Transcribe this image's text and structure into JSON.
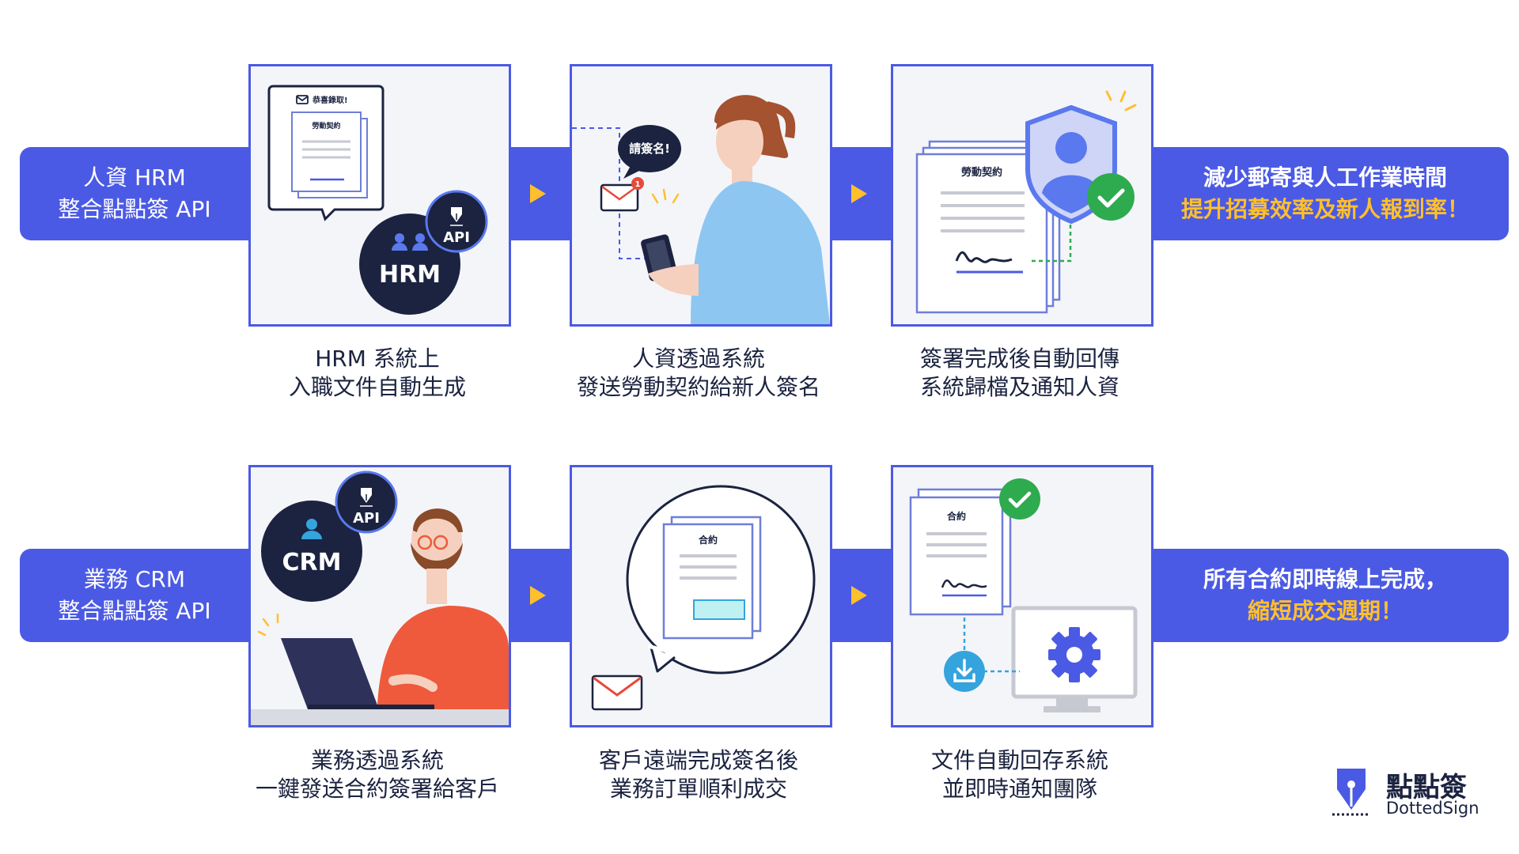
{
  "rows": [
    {
      "band_label": [
        "人資 HRM",
        "整合點點簽 API"
      ],
      "result": [
        "減少郵寄與人工作業時間",
        "提升招募效率及新人報到率！"
      ],
      "steps": [
        {
          "caption": [
            "HRM 系統上",
            "入職文件自動生成"
          ],
          "email_subject": "恭喜錄取!",
          "doc_title": "勞動契約",
          "badge_main": "HRM",
          "badge_api": "API"
        },
        {
          "caption": [
            "人資透過系統",
            "發送勞動契約給新人簽名"
          ],
          "speech": "請簽名!",
          "notification_count": "1"
        },
        {
          "caption": [
            "簽署完成後自動回傳",
            "系統歸檔及通知人資"
          ],
          "doc_title": "勞動契約"
        }
      ]
    },
    {
      "band_label": [
        "業務 CRM",
        "整合點點簽 API"
      ],
      "result": [
        "所有合約即時線上完成，",
        "縮短成交週期！"
      ],
      "steps": [
        {
          "caption": [
            "業務透過系統",
            "一鍵發送合約簽署給客戶"
          ],
          "badge_main": "CRM",
          "badge_api": "API"
        },
        {
          "caption": [
            "客戶遠端完成簽名後",
            "業務訂單順利成交"
          ],
          "doc_title": "合約"
        },
        {
          "caption": [
            "文件自動回存系統",
            "並即時通知團隊"
          ],
          "doc_title": "合約"
        }
      ]
    }
  ],
  "brand": {
    "name": "點點簽",
    "name_en": "DottedSign"
  },
  "colors": {
    "band": "#4b5ae4",
    "accent": "#ffc02c",
    "navy": "#1b2340",
    "green": "#2eab4f",
    "skin": "#f5d0be",
    "hair": "#a4522f",
    "blue_shirt": "#8ec6f2",
    "orange_shirt": "#ee5a3b"
  },
  "icons": [
    "mail-icon",
    "users-icon",
    "pen-nib-icon",
    "user-icon",
    "shield-icon",
    "check-icon",
    "phone-icon",
    "laptop-icon",
    "download-icon",
    "gear-icon",
    "monitor-icon"
  ]
}
